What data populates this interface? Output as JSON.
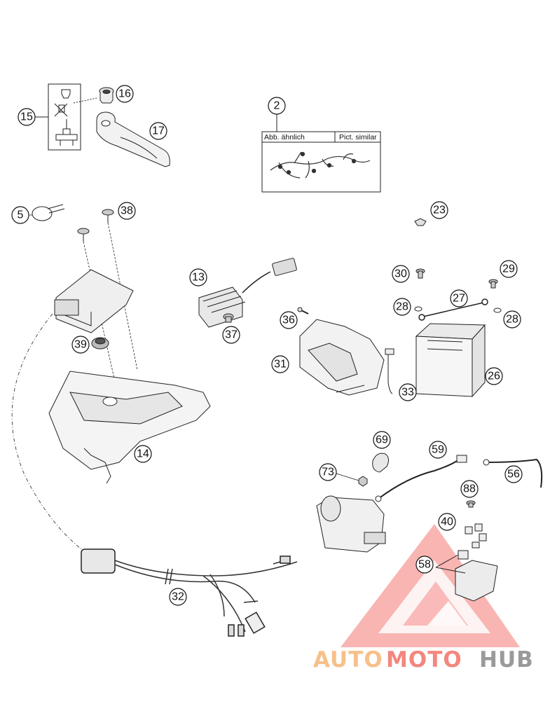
{
  "parts": {
    "p2": "2",
    "p5": "5",
    "p13": "13",
    "p14": "14",
    "p15": "15",
    "p16": "16",
    "p17": "17",
    "p23": "23",
    "p26": "26",
    "p27": "27",
    "p28a": "28",
    "p28b": "28",
    "p29": "29",
    "p30": "30",
    "p31": "31",
    "p32": "32",
    "p33": "33",
    "p36": "36",
    "p37": "37",
    "p38": "38",
    "p39": "39",
    "p40": "40",
    "p56": "56",
    "p58": "58",
    "p59": "59",
    "p69": "69",
    "p73": "73",
    "p88": "88"
  },
  "inset_box": {
    "left_label": "Abb. ähnlich",
    "right_label": "Pict. similar"
  },
  "watermark": {
    "word_1": "AUTO",
    "word_2": "MOTO",
    "word_3": "HUB",
    "colors": {
      "auto": "#f7c08a",
      "moto": "#f3877f",
      "hub": "#9a9a9a",
      "triangle": "#f04a45"
    }
  }
}
